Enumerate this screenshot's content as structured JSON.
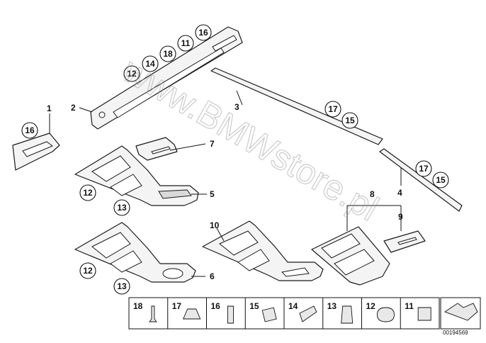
{
  "diagram": {
    "watermark": "www.BMWstore.pl",
    "catalog_number": "00194569",
    "part_labels": [
      "1",
      "2",
      "3",
      "4",
      "5",
      "6",
      "7",
      "8",
      "9",
      "10"
    ],
    "callouts": {
      "c16_left": "16",
      "c12_strip": "12",
      "c14_strip": "14",
      "c18_strip": "18",
      "c11_strip": "11",
      "c16_strip": "16",
      "c17_trim3": "17",
      "c15_trim3": "15",
      "c17_trim4": "17",
      "c15_trim4": "15",
      "c12_console5": "12",
      "c13_console5": "13",
      "c12_console6": "12",
      "c13_console6": "13"
    },
    "legend": {
      "items": [
        {
          "number": "18",
          "icon": "pin-clip-icon"
        },
        {
          "number": "17",
          "icon": "spreader-nut-icon"
        },
        {
          "number": "16",
          "icon": "wire-clip-icon"
        },
        {
          "number": "15",
          "icon": "square-clip-icon"
        },
        {
          "number": "14",
          "icon": "spring-clip-icon"
        },
        {
          "number": "13",
          "icon": "metal-clip-icon"
        },
        {
          "number": "12",
          "icon": "plug-icon"
        },
        {
          "number": "11",
          "icon": "bracket-clip-icon"
        }
      ],
      "arrow_icon": "direction-arrow-icon"
    }
  }
}
